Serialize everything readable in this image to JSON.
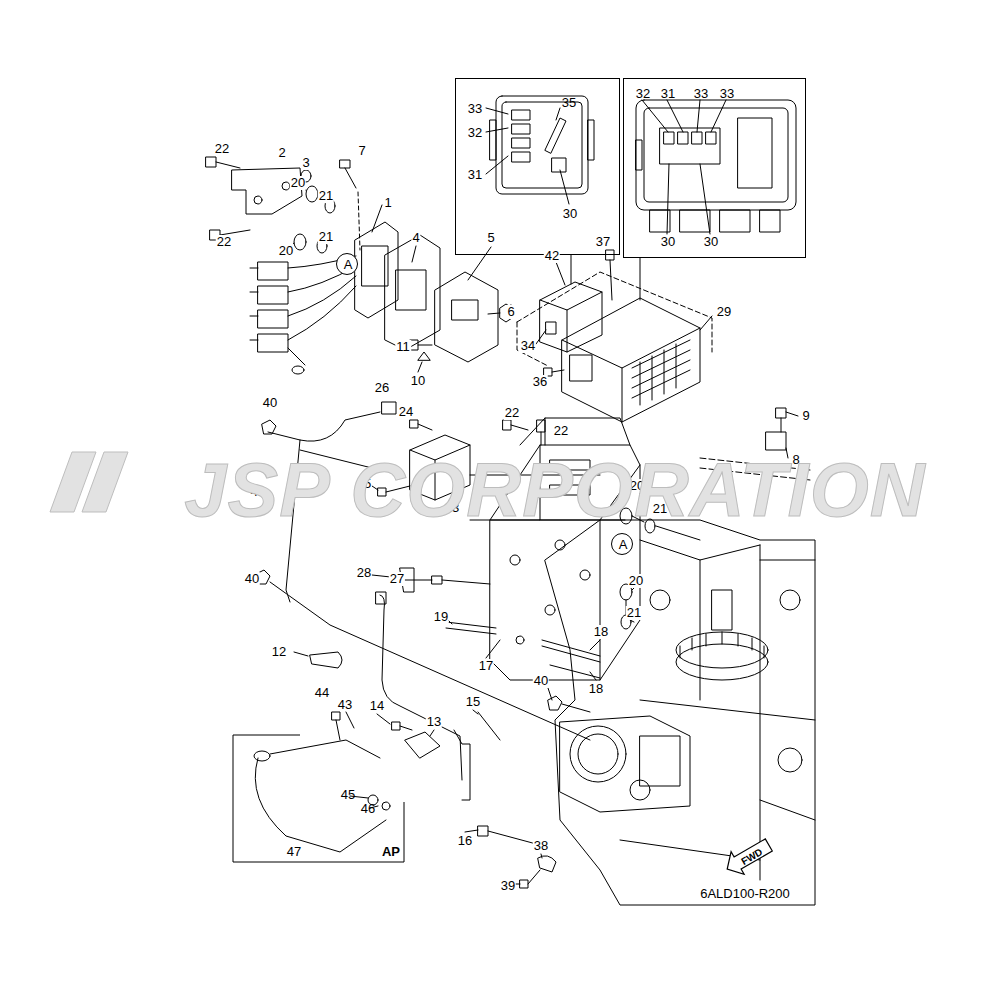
{
  "diagram": {
    "nodes": [
      {
        "text": [
          "33",
          "35",
          "32",
          "31",
          "30"
        ]
      },
      {
        "text": [
          "32",
          "31",
          "33",
          "33",
          "30",
          "30"
        ]
      },
      {
        "text": [
          "A"
        ]
      },
      {
        "text": [
          "A"
        ]
      },
      {
        "text": [
          "44",
          "43",
          "45",
          "46",
          "47",
          "AP"
        ]
      },
      {
        "text": [
          "FWD"
        ]
      }
    ],
    "labels": [
      "22",
      "2",
      "3",
      "7",
      "20",
      "21",
      "22",
      "20",
      "21",
      "1",
      "4",
      "5",
      "6",
      "42",
      "37",
      "29",
      "34",
      "36",
      "11",
      "10",
      "26",
      "40",
      "24",
      "9",
      "22",
      "22",
      "8",
      "20",
      "21",
      "41",
      "25",
      "23",
      "28",
      "27",
      "20",
      "40",
      "21",
      "19",
      "18",
      "12",
      "18",
      "17",
      "40",
      "14",
      "15",
      "13",
      "16",
      "38",
      "39",
      "6ALD100-R200",
      "JSP CORPORATION"
    ]
  }
}
